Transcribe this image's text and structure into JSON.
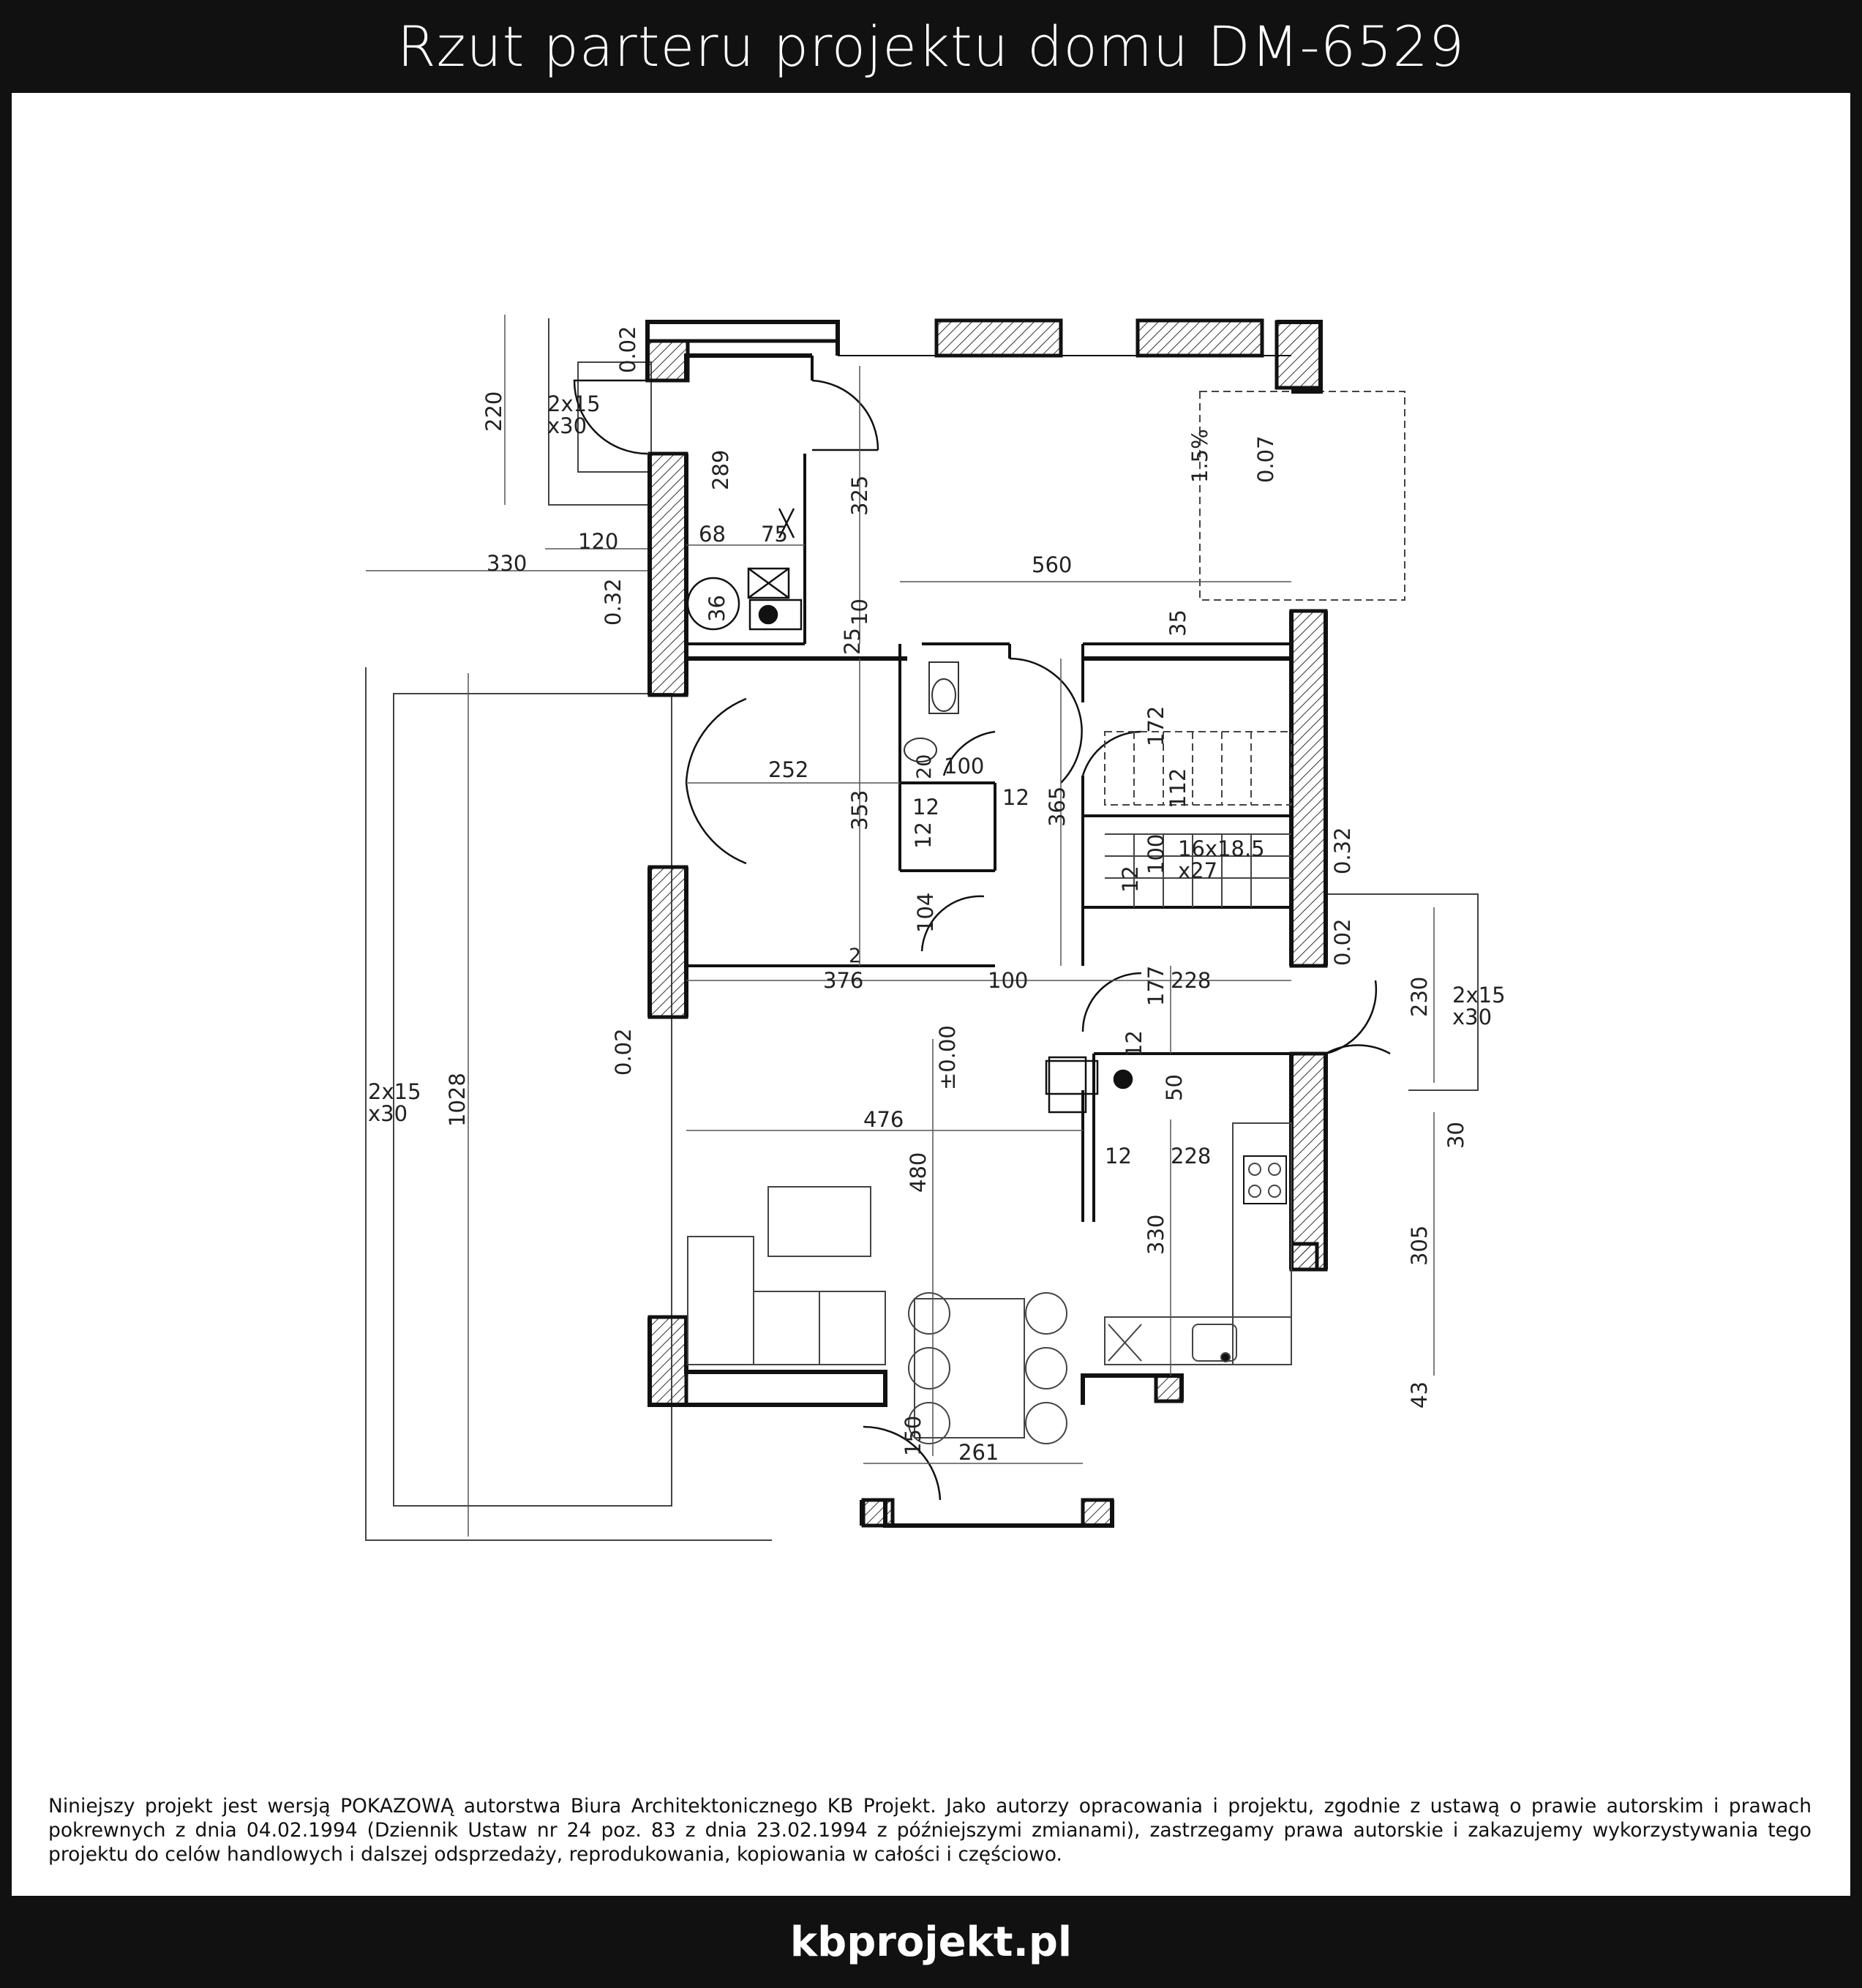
{
  "header": {
    "title": "Rzut parteru projektu domu DM-6529"
  },
  "footer": {
    "brand": "kbprojekt.pl"
  },
  "notice": {
    "text": "Niniejszy projekt jest wersją POKAZOWĄ autorstwa Biura Architektonicznego KB Projekt. Jako autorzy opracowania i projektu, zgodnie z ustawą o prawie autorskim i prawach pokrewnych z dnia 04.02.1994 (Dziennik Ustaw nr 24 poz. 83 z dnia 23.02.1994 z późniejszymi zmianami), zastrzegamy prawa autorskie i zakazujemy wykorzystywania tego projektu do celów handlowych i dalszej odsprzedaży, reprodukowania, kopiowania w całości i częściowo."
  },
  "plan": {
    "dimensions": {
      "d220": "220",
      "d330a": "330",
      "d120": "120",
      "d68": "68",
      "d75": "75",
      "d36": "36",
      "d289": "289",
      "d325": "325",
      "d560": "560",
      "d10": "10",
      "d25": "25",
      "d35": "35",
      "d252": "252",
      "d353": "353",
      "d100a": "100",
      "d12a": "12",
      "d12b": "12",
      "d12c": "12",
      "d20": "20",
      "d365": "365",
      "d172": "172",
      "d112": "112",
      "d100b": "100",
      "d12d": "12",
      "d104": "104",
      "d2": "2",
      "d376": "376",
      "d100c": "100",
      "d228a": "228",
      "d177": "177",
      "d12e": "12",
      "d50": "50",
      "d230": "230",
      "d30": "30",
      "d476": "476",
      "d12f": "12",
      "d228b": "228",
      "d480": "480",
      "d330b": "330",
      "d305": "305",
      "d1028": "1028",
      "d43": "43",
      "d150": "150",
      "d261": "261"
    },
    "levels": {
      "l002a": "0.02",
      "l032a": "0.32",
      "l15pct": "1.5%",
      "l007": "0.07",
      "l032b": "0.32",
      "l002b": "0.02",
      "l002c": "0.02",
      "l000": "±0.00"
    },
    "steps": {
      "s1a": "2x15",
      "s1b": "x30",
      "s2a": "2x15",
      "s2b": "x30",
      "s3a": "2x15",
      "s3b": "x30",
      "stairs_a": "16x18.5",
      "stairs_b": "x27"
    }
  }
}
